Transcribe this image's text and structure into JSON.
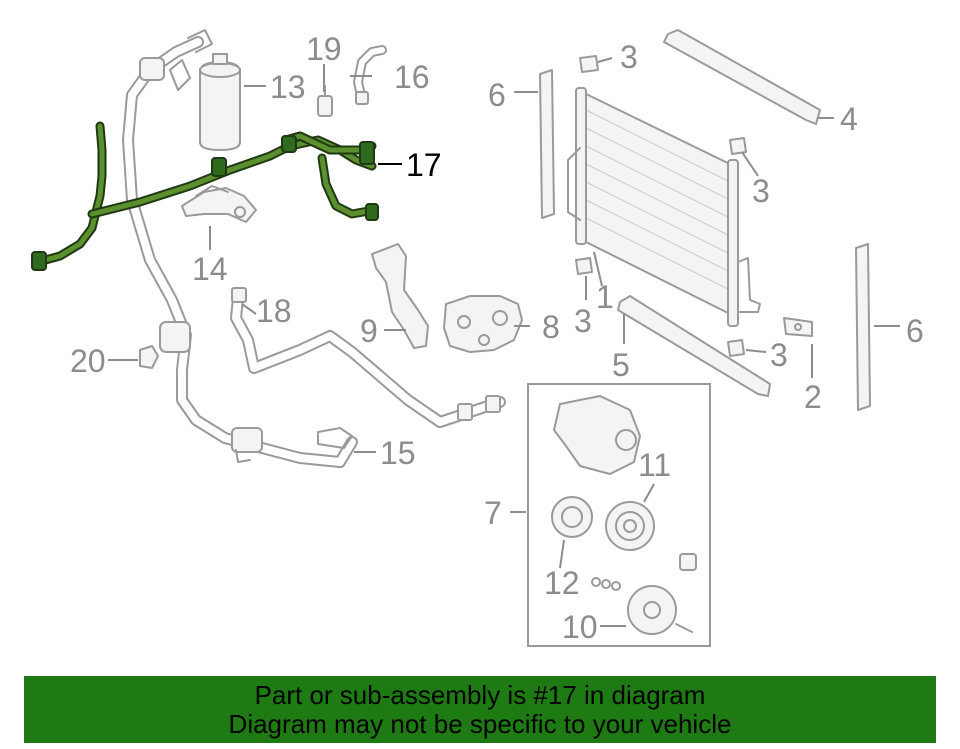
{
  "callouts": {
    "c1": "1",
    "c2": "2",
    "c3a": "3",
    "c3b": "3",
    "c3c": "3",
    "c3d": "3",
    "c4": "4",
    "c5": "5",
    "c6a": "6",
    "c6b": "6",
    "c7": "7",
    "c8": "8",
    "c9": "9",
    "c10": "10",
    "c11": "11",
    "c12": "12",
    "c13": "13",
    "c14": "14",
    "c15": "15",
    "c16": "16",
    "c17": "17",
    "c18": "18",
    "c19": "19",
    "c20": "20"
  },
  "highlighted_part": "17",
  "colors": {
    "highlight_green": "#1e7a12",
    "part_gray": "#9a9a9a",
    "hose_green": "#2e6b1f"
  },
  "banner": {
    "line1": "Part or sub-assembly is #17 in diagram",
    "line2": "Diagram may not be specific to your vehicle"
  }
}
